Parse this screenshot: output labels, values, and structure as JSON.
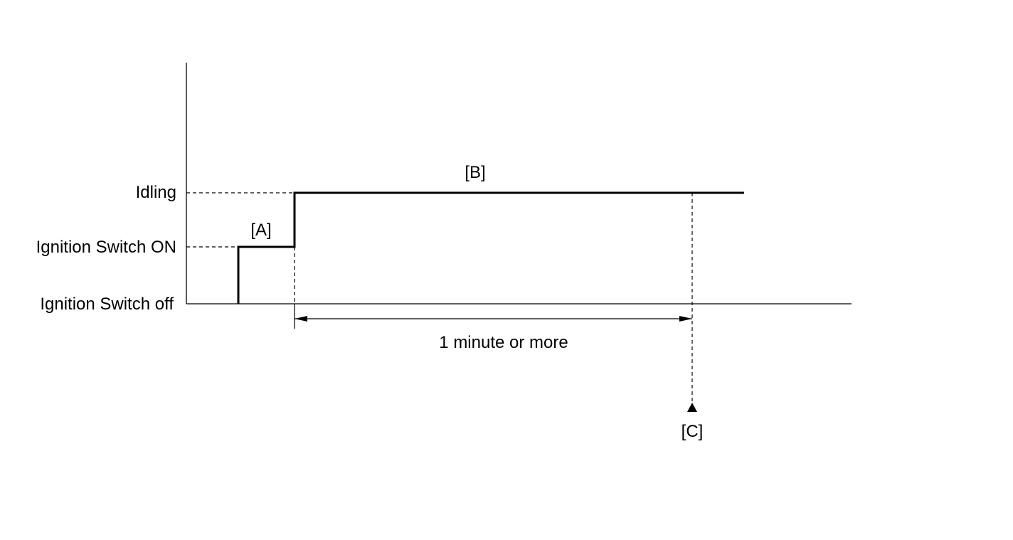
{
  "levels": {
    "idling": "Idling",
    "ignition_on": "Ignition Switch ON",
    "ignition_off": "Ignition Switch off"
  },
  "markers": {
    "a": "[A]",
    "b": "[B]",
    "c": "[C]"
  },
  "duration_label": "1 minute or more",
  "colors": {
    "line": "#000000",
    "background": "#ffffff"
  }
}
